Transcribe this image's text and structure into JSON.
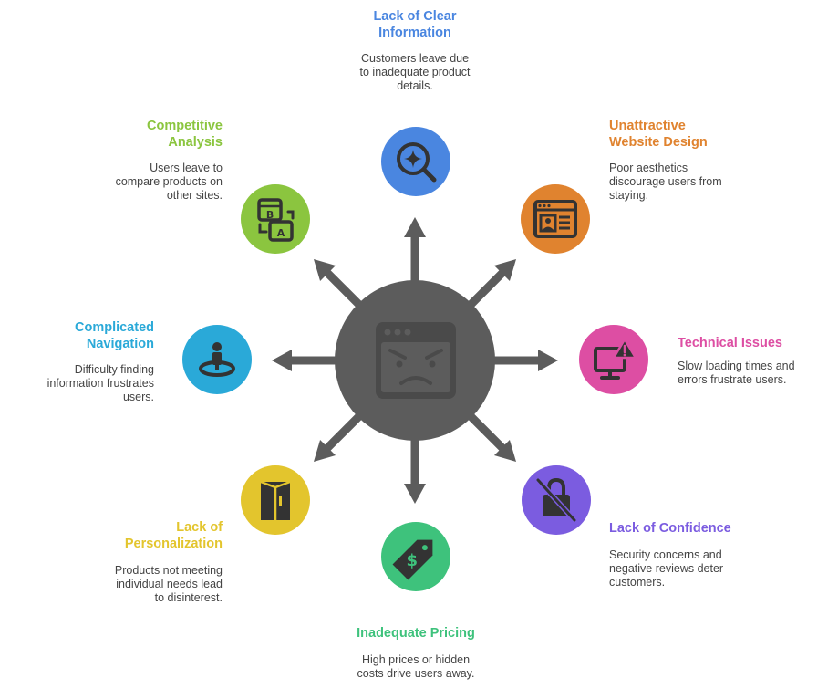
{
  "colors": {
    "hub": "#5c5c5c",
    "hub_window": "#4a4a4a",
    "arrow": "#5c5c5c",
    "icon_dark": "#333333",
    "desc_text": "#444444"
  },
  "center": {
    "icon": "angry-browser-window-icon"
  },
  "nodes": [
    {
      "id": "lack-of-clear-information",
      "icon": "search-sparkle-icon",
      "color": "#4a86e0",
      "title": "Lack of Clear Information",
      "title_lines": [
        "Lack of Clear",
        "Information"
      ],
      "description": "Customers leave due to inadequate product details.",
      "description_lines": [
        "Customers leave due",
        "to inadequate product",
        "details."
      ]
    },
    {
      "id": "unattractive-website-design",
      "icon": "webpage-layout-icon",
      "color": "#e0832f",
      "title": "Unattractive Website Design",
      "title_lines": [
        "Unattractive",
        "Website Design"
      ],
      "description": "Poor aesthetics discourage users from staying.",
      "description_lines": [
        "Poor aesthetics",
        "discourage users from",
        "staying."
      ]
    },
    {
      "id": "technical-issues",
      "icon": "monitor-warning-icon",
      "color": "#dd4ea3",
      "title": "Technical Issues",
      "title_lines": [
        "Technical Issues"
      ],
      "description": "Slow loading times and errors frustrate users.",
      "description_lines": [
        "Slow loading times and",
        "errors frustrate users."
      ]
    },
    {
      "id": "lack-of-confidence",
      "icon": "lock-slash-icon",
      "color": "#7b5ce0",
      "title": "Lack of Confidence",
      "title_lines": [
        "Lack of Confidence"
      ],
      "description": "Security concerns and negative reviews deter customers.",
      "description_lines": [
        "Security concerns and",
        "negative reviews deter",
        "customers."
      ]
    },
    {
      "id": "inadequate-pricing",
      "icon": "price-tag-dollar-icon",
      "color": "#3ec27c",
      "title": "Inadequate Pricing",
      "title_lines": [
        "Inadequate Pricing"
      ],
      "description": "High prices or hidden costs drive users away.",
      "description_lines": [
        "High prices or hidden",
        "costs drive users away."
      ]
    },
    {
      "id": "lack-of-personalization",
      "icon": "cabinet-icon",
      "color": "#e3c52d",
      "title": "Lack of Personalization",
      "title_lines": [
        "Lack of",
        "Personalization"
      ],
      "description": "Products not meeting individual needs lead to disinterest.",
      "description_lines": [
        "Products not meeting",
        "individual needs lead",
        "to disinterest."
      ]
    },
    {
      "id": "complicated-navigation",
      "icon": "location-person-icon",
      "color": "#2aa9d8",
      "title": "Complicated Navigation",
      "title_lines": [
        "Complicated",
        "Navigation"
      ],
      "description": "Difficulty finding information frustrates users.",
      "description_lines": [
        "Difficulty finding",
        "information frustrates",
        "users."
      ]
    },
    {
      "id": "competitive-analysis",
      "icon": "compare-ab-icon",
      "color": "#8bc53f",
      "title": "Competitive Analysis",
      "title_lines": [
        "Competitive",
        "Analysis"
      ],
      "description": "Users leave to compare products on other sites.",
      "description_lines": [
        "Users leave to",
        "compare products on",
        "other sites."
      ]
    }
  ]
}
